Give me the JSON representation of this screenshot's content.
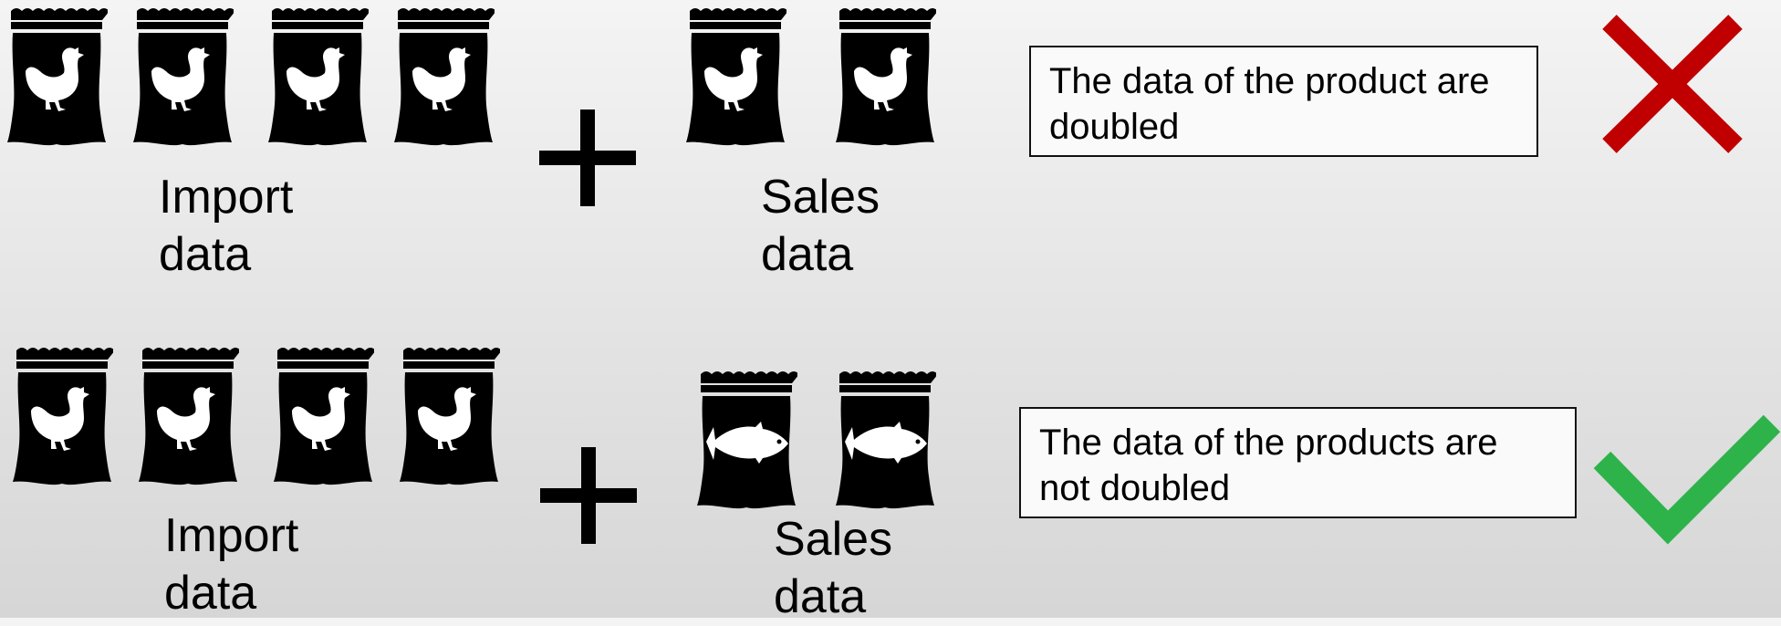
{
  "rows": [
    {
      "import_label": [
        "Import",
        "data"
      ],
      "sales_label": [
        "Sales",
        "data"
      ],
      "note": "The data of the product are doubled",
      "import_bag_icon": "chicken-feed-bag-icon",
      "sales_bag_icon": "chicken-feed-bag-icon",
      "result_icon": "cross-icon",
      "result_color": "#c00000"
    },
    {
      "import_label": [
        "Import",
        "data"
      ],
      "sales_label": [
        "Sales",
        "data"
      ],
      "note": "The data of the products are not doubled",
      "import_bag_icon": "chicken-feed-bag-icon",
      "sales_bag_icon": "fish-feed-bag-icon",
      "result_icon": "check-icon",
      "result_color": "#2db34a"
    }
  ]
}
